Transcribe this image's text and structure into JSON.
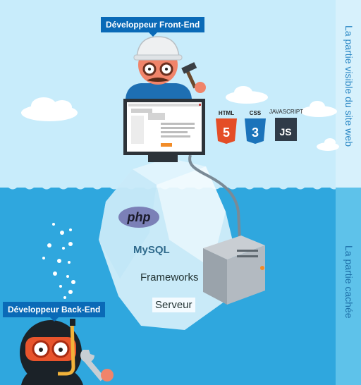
{
  "labels": {
    "front_end": "Développeur Front-End",
    "back_end": "Développeur Back-End"
  },
  "sides": {
    "visible": "La partie visible du site web",
    "hidden": "La partie cachée"
  },
  "technologies": {
    "front": [
      {
        "caption": "HTML",
        "glyph": "5",
        "color": "#e44d26"
      },
      {
        "caption": "CSS",
        "glyph": "3",
        "color": "#1b73ba"
      },
      {
        "caption": "JAVASCRIPT",
        "glyph": "JS",
        "color": "#2f3b48"
      }
    ],
    "back": {
      "php": "php",
      "mysql": "MySQL",
      "frameworks": "Frameworks",
      "server": "Serveur"
    }
  },
  "colors": {
    "sky": "#c8ecfb",
    "water": "#2fa7de",
    "side_panel_top": "#d7f1fc",
    "side_panel_bottom": "#5ec2ea",
    "iceberg": "#dff4fc",
    "label_bg": "#0a6ab7"
  },
  "icons": [
    "cloud-icon",
    "hard-hat-icon",
    "hammer-icon",
    "monitor-icon",
    "server-icon",
    "snorkel-mask-icon",
    "wrench-icon",
    "bubble-icon"
  ]
}
